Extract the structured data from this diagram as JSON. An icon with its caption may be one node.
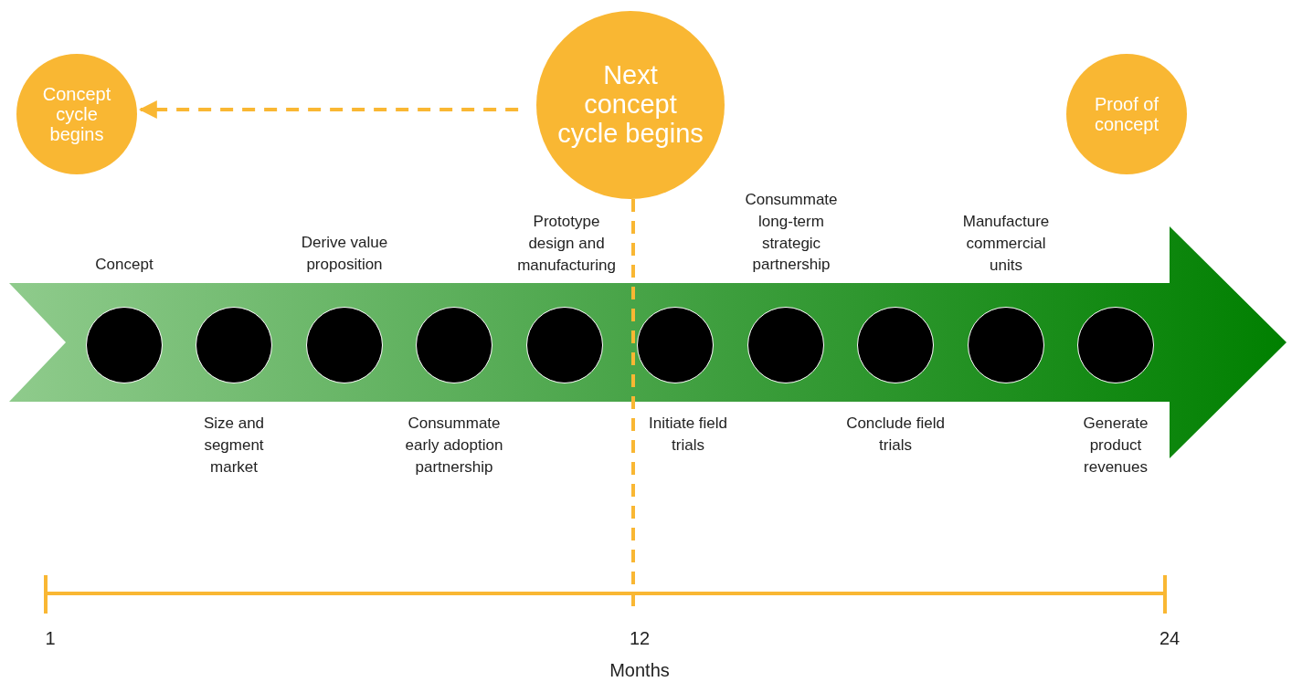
{
  "diagram": {
    "nodes": [
      {
        "text": [
          "Concept cycle begins"
        ]
      },
      {
        "text": [
          "Next concept cycle begins"
        ]
      },
      {
        "text": [
          "Proof of concept"
        ]
      },
      {
        "text": [],
        "shape": "circle",
        "beside": [
          "Concept"
        ]
      },
      {
        "text": [],
        "shape": "circle",
        "beside": [
          "Size and segment market"
        ]
      },
      {
        "text": [],
        "shape": "circle",
        "beside": [
          "Derive value proposition"
        ]
      },
      {
        "text": [],
        "shape": "circle",
        "beside": [
          "Consummate early adoption partnership"
        ]
      },
      {
        "text": [],
        "shape": "circle"
      },
      {
        "text": [],
        "shape": "circle",
        "beside": [
          "Initiate field trials"
        ]
      },
      {
        "text": [],
        "shape": "circle"
      },
      {
        "text": [],
        "shape": "circle",
        "beside": [
          "Conclude field trials"
        ]
      },
      {
        "text": [],
        "shape": "circle",
        "beside": [
          "Manufacture commercial units"
        ]
      },
      {
        "text": [],
        "shape": "circle",
        "beside": [
          "Generate product revenues"
        ]
      }
    ],
    "edges": [
      {
        "from": 1,
        "to": 0,
        "arrow": "to",
        "style": "dashed"
      },
      {
        "from": 1,
        "to": null,
        "arrow": "none",
        "style": "dashed"
      }
    ],
    "labels": [
      "Prototype design and manufacturing",
      "Consummate long-term strategic partnership",
      "1",
      "12",
      "24",
      "Months"
    ]
  }
}
